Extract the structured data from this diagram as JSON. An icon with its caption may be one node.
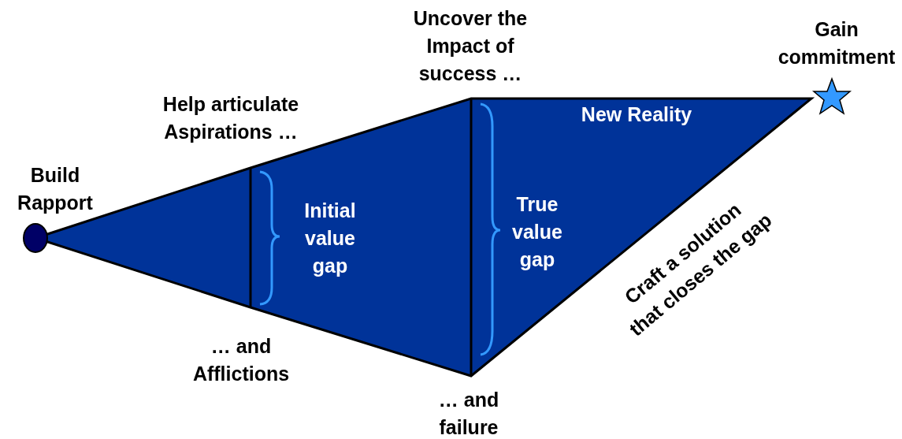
{
  "diagram": {
    "labels": [
      "Uncover the Impact of success …",
      "Gain commitment",
      "Help articulate Aspirations …",
      "New Reality",
      "Build Rapport",
      "Initial value gap",
      "True value gap",
      "Craft a solution that closes the gap",
      "… and Afflictions",
      "… and failure"
    ]
  }
}
